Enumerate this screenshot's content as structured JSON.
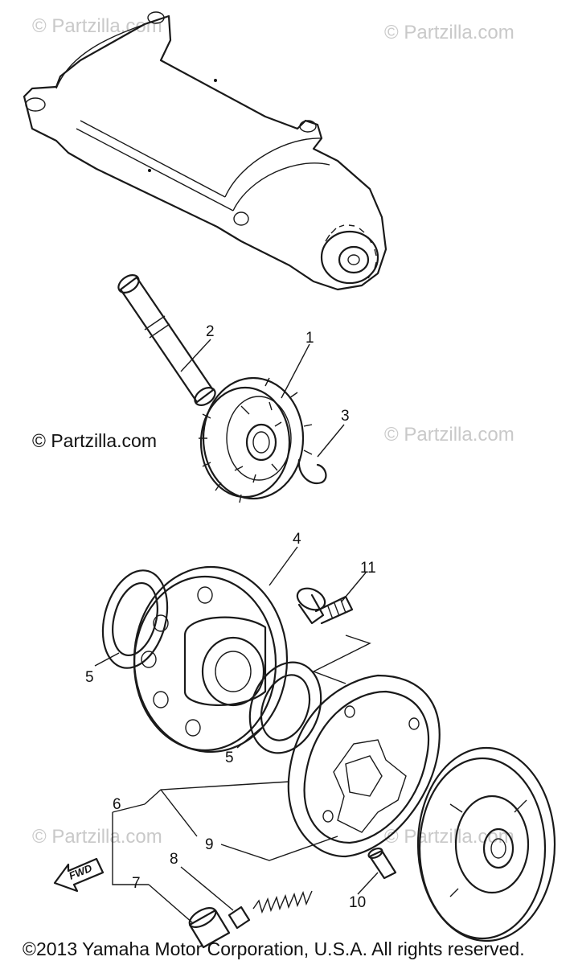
{
  "watermarks": [
    "© Partzilla.com",
    "© Partzilla.com",
    "© Partzilla.com",
    "© Partzilla.com",
    "© Partzilla.com",
    "© Partzilla.com"
  ],
  "main_watermark": "© Partzilla.com",
  "callouts": [
    "1",
    "2",
    "3",
    "4",
    "5",
    "5",
    "6",
    "7",
    "8",
    "9",
    "10",
    "11"
  ],
  "fwd_label": "FWD",
  "copyright": "©2013 Yamaha Motor Corporation, U.S.A. All rights reserved."
}
